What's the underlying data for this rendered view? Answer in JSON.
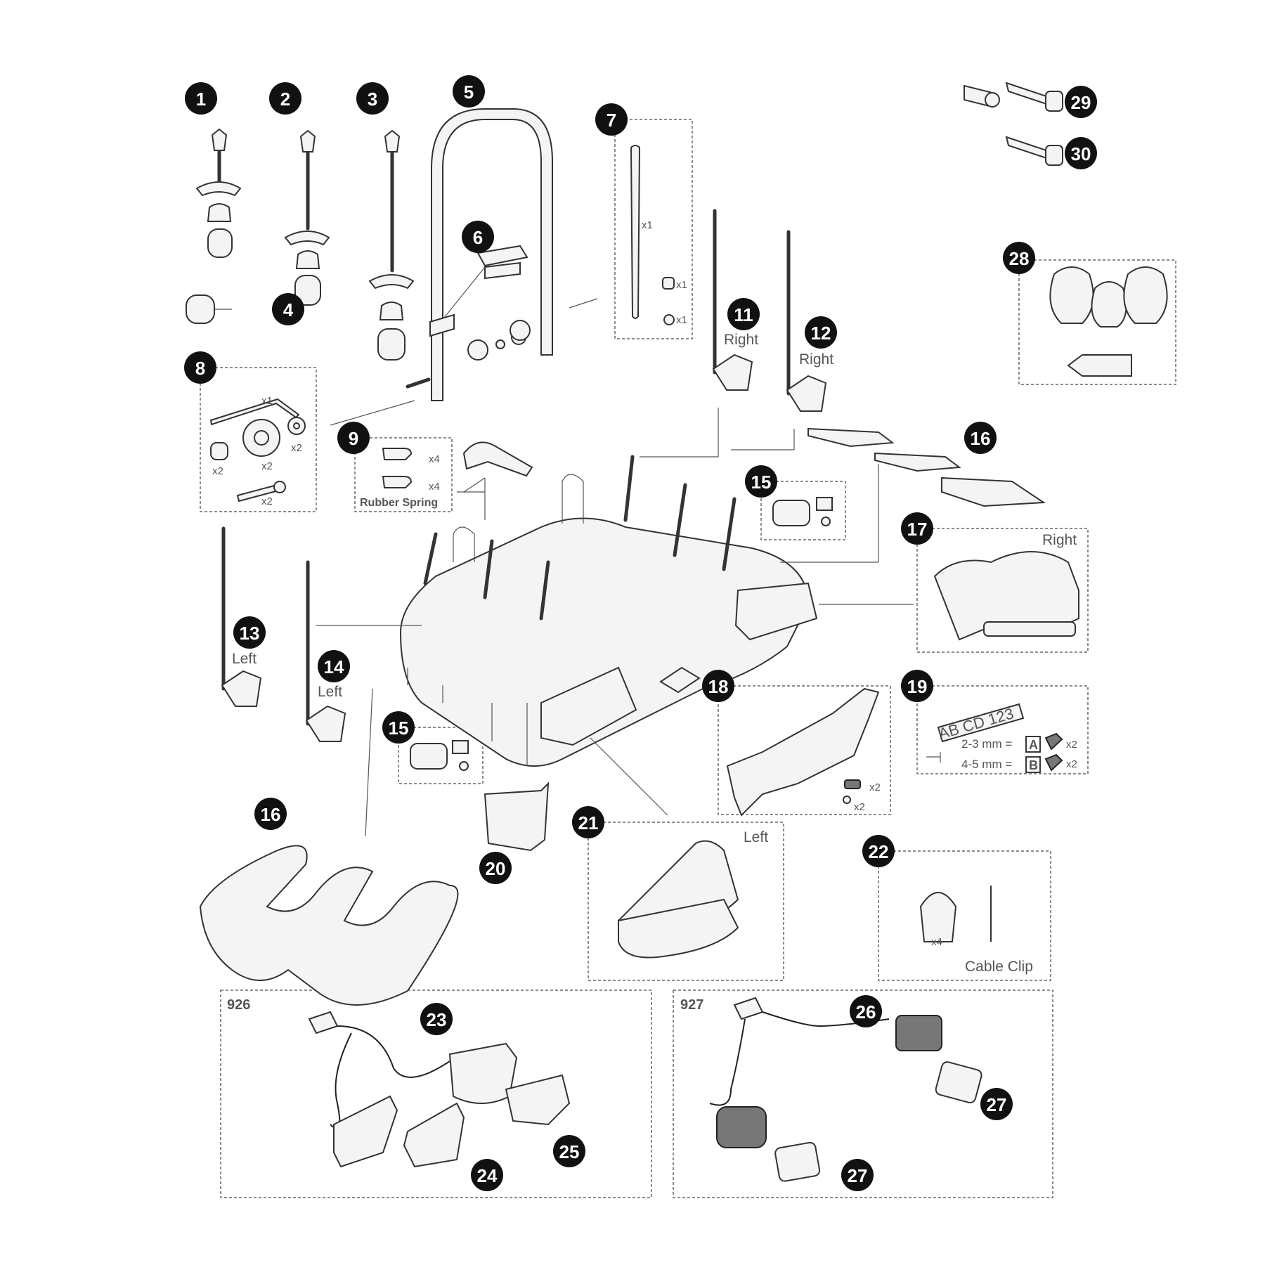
{
  "callouts": [
    "1",
    "2",
    "3",
    "4",
    "5",
    "6",
    "7",
    "8",
    "9",
    "11",
    "12",
    "13",
    "14",
    "15",
    "15",
    "16",
    "16",
    "17",
    "18",
    "19",
    "20",
    "21",
    "22",
    "23",
    "24",
    "25",
    "26",
    "27",
    "27",
    "28",
    "29",
    "30"
  ],
  "labels": {
    "right_11": "Right",
    "right_12": "Right",
    "left_13": "Left",
    "left_14": "Left",
    "right_17": "Right",
    "left_21": "Left",
    "cable_clip": "Cable Clip",
    "rubber_spring": "Rubber Spring",
    "set_926": "926",
    "set_927": "927"
  },
  "quantities": {
    "strap": "x1",
    "nut": "x1",
    "washer_small": "x1",
    "hex_key": "x1",
    "washer_8": "x2",
    "spacer": "x2",
    "knob": "x2",
    "bolt_8": "x2",
    "spring_a": "x4",
    "spring_b": "x4",
    "screw_18a": "x2",
    "screw_18b": "x2",
    "clip_22": "x4",
    "plate_a": "x2",
    "plate_b": "x2"
  },
  "plate": {
    "text": "AB CD  123",
    "row_a": "2-3 mm =",
    "row_b": "4-5 mm =",
    "code_a": "A",
    "code_b": "B"
  }
}
